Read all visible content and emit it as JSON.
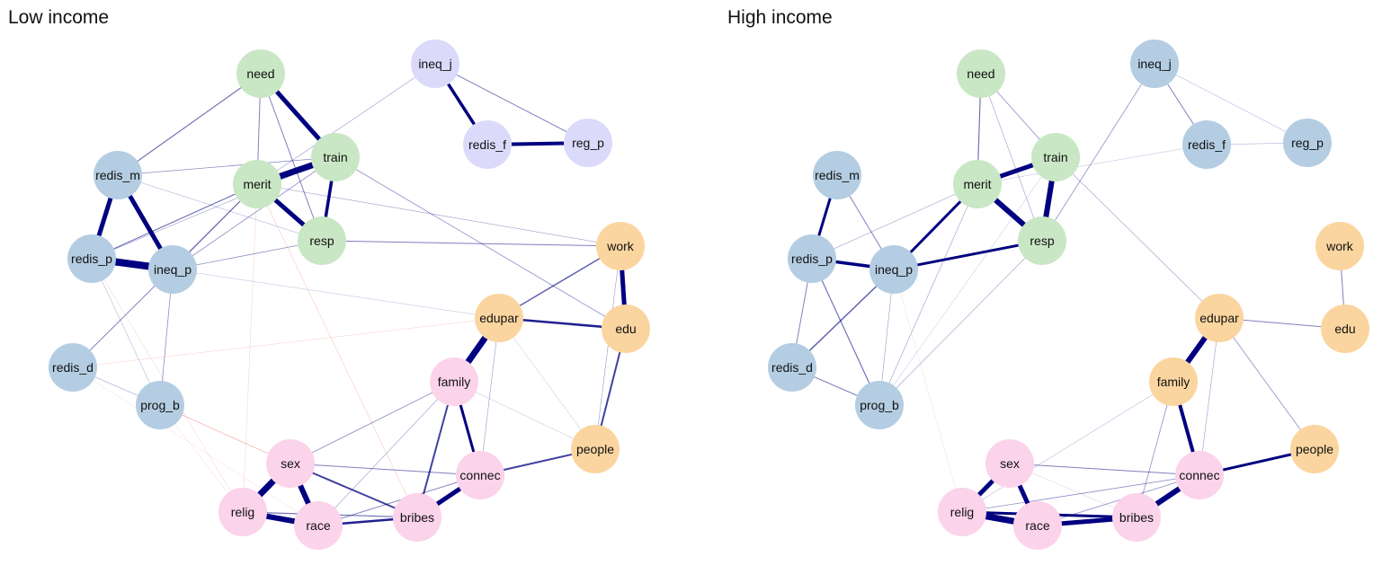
{
  "colors": {
    "group_social": "#c9e7c4",
    "group_welfare": "#b4cde2",
    "group_regulation": "#dcdafa",
    "group_education": "#fbd59f",
    "group_identity": "#fbd3ea",
    "positive_edge": "#000080",
    "negative_edge": "#e8413a"
  },
  "panels": [
    {
      "title": "Low income",
      "nodes": [
        {
          "id": "need",
          "label": "need",
          "group": "social"
        },
        {
          "id": "ineq_j",
          "label": "ineq_j",
          "group": "regulation"
        },
        {
          "id": "train",
          "label": "train",
          "group": "social"
        },
        {
          "id": "redis_f",
          "label": "redis_f",
          "group": "regulation"
        },
        {
          "id": "reg_p",
          "label": "reg_p",
          "group": "regulation"
        },
        {
          "id": "redis_m",
          "label": "redis_m",
          "group": "welfare"
        },
        {
          "id": "merit",
          "label": "merit",
          "group": "social"
        },
        {
          "id": "resp",
          "label": "resp",
          "group": "social"
        },
        {
          "id": "work",
          "label": "work",
          "group": "education"
        },
        {
          "id": "redis_p",
          "label": "redis_p",
          "group": "welfare"
        },
        {
          "id": "ineq_p",
          "label": "ineq_p",
          "group": "welfare"
        },
        {
          "id": "edupar",
          "label": "edupar",
          "group": "education"
        },
        {
          "id": "edu",
          "label": "edu",
          "group": "education"
        },
        {
          "id": "redis_d",
          "label": "redis_d",
          "group": "welfare"
        },
        {
          "id": "family",
          "label": "family",
          "group": "identity"
        },
        {
          "id": "prog_b",
          "label": "prog_b",
          "group": "welfare"
        },
        {
          "id": "people",
          "label": "people",
          "group": "education"
        },
        {
          "id": "sex",
          "label": "sex",
          "group": "identity"
        },
        {
          "id": "connec",
          "label": "connec",
          "group": "identity"
        },
        {
          "id": "relig",
          "label": "relig",
          "group": "identity"
        },
        {
          "id": "race",
          "label": "race",
          "group": "identity"
        },
        {
          "id": "bribes",
          "label": "bribes",
          "group": "identity"
        }
      ],
      "edges": [
        {
          "a": "need",
          "b": "train",
          "w": 5,
          "sign": "+"
        },
        {
          "a": "need",
          "b": "merit",
          "w": 1,
          "sign": "+"
        },
        {
          "a": "need",
          "b": "redis_m",
          "w": 1.2,
          "sign": "+"
        },
        {
          "a": "need",
          "b": "resp",
          "w": 1,
          "sign": "+"
        },
        {
          "a": "ineq_j",
          "b": "redis_f",
          "w": 3.5,
          "sign": "+"
        },
        {
          "a": "ineq_j",
          "b": "reg_p",
          "w": 1,
          "sign": "+"
        },
        {
          "a": "ineq_j",
          "b": "merit",
          "w": 0.6,
          "sign": "+"
        },
        {
          "a": "redis_f",
          "b": "reg_p",
          "w": 4,
          "sign": "+"
        },
        {
          "a": "merit",
          "b": "train",
          "w": 7,
          "sign": "+"
        },
        {
          "a": "merit",
          "b": "resp",
          "w": 5,
          "sign": "+"
        },
        {
          "a": "train",
          "b": "resp",
          "w": 3.5,
          "sign": "+"
        },
        {
          "a": "redis_m",
          "b": "train",
          "w": 0.8,
          "sign": "+"
        },
        {
          "a": "redis_m",
          "b": "redis_p",
          "w": 5,
          "sign": "+"
        },
        {
          "a": "redis_m",
          "b": "ineq_p",
          "w": 5,
          "sign": "+"
        },
        {
          "a": "redis_m",
          "b": "resp",
          "w": 0.5,
          "sign": "+"
        },
        {
          "a": "redis_p",
          "b": "ineq_p",
          "w": 8,
          "sign": "+"
        },
        {
          "a": "redis_p",
          "b": "merit",
          "w": 1.2,
          "sign": "+"
        },
        {
          "a": "redis_p",
          "b": "train",
          "w": 0.6,
          "sign": "+"
        },
        {
          "a": "ineq_p",
          "b": "merit",
          "w": 0.8,
          "sign": "+"
        },
        {
          "a": "ineq_p",
          "b": "train",
          "w": 0.8,
          "sign": "+"
        },
        {
          "a": "ineq_p",
          "b": "resp",
          "w": 0.8,
          "sign": "+"
        },
        {
          "a": "resp",
          "b": "work",
          "w": 1,
          "sign": "+"
        },
        {
          "a": "merit",
          "b": "work",
          "w": 0.6,
          "sign": "+"
        },
        {
          "a": "train",
          "b": "edu",
          "w": 0.8,
          "sign": "+"
        },
        {
          "a": "ineq_p",
          "b": "edupar",
          "w": 0.4,
          "sign": "+"
        },
        {
          "a": "ineq_p",
          "b": "prog_b",
          "w": 0.8,
          "sign": "+"
        },
        {
          "a": "redis_d",
          "b": "merit",
          "w": 1,
          "sign": "+"
        },
        {
          "a": "redis_d",
          "b": "prog_b",
          "w": 0.6,
          "sign": "+"
        },
        {
          "a": "redis_p",
          "b": "prog_b",
          "w": 0.5,
          "sign": "+"
        },
        {
          "a": "redis_d",
          "b": "edupar",
          "w": 0.4,
          "sign": "-"
        },
        {
          "a": "redis_p",
          "b": "relig",
          "w": 0.4,
          "sign": "-"
        },
        {
          "a": "merit",
          "b": "relig",
          "w": 0.4,
          "sign": "-"
        },
        {
          "a": "merit",
          "b": "bribes",
          "w": 0.5,
          "sign": "-"
        },
        {
          "a": "prog_b",
          "b": "sex",
          "w": 0.7,
          "sign": "-"
        },
        {
          "a": "redis_d",
          "b": "race",
          "w": 0.3,
          "sign": "-"
        },
        {
          "a": "work",
          "b": "edu",
          "w": 5,
          "sign": "+"
        },
        {
          "a": "work",
          "b": "edupar",
          "w": 1.5,
          "sign": "+"
        },
        {
          "a": "work",
          "b": "people",
          "w": 0.6,
          "sign": "+"
        },
        {
          "a": "edupar",
          "b": "edu",
          "w": 2.5,
          "sign": "+"
        },
        {
          "a": "edupar",
          "b": "family",
          "w": 7,
          "sign": "+"
        },
        {
          "a": "edupar",
          "b": "connec",
          "w": 0.6,
          "sign": "+"
        },
        {
          "a": "edupar",
          "b": "people",
          "w": 0.4,
          "sign": "+"
        },
        {
          "a": "edu",
          "b": "people",
          "w": 2,
          "sign": "+"
        },
        {
          "a": "family",
          "b": "connec",
          "w": 3,
          "sign": "+"
        },
        {
          "a": "family",
          "b": "bribes",
          "w": 2,
          "sign": "+"
        },
        {
          "a": "family",
          "b": "sex",
          "w": 0.8,
          "sign": "+"
        },
        {
          "a": "family",
          "b": "people",
          "w": 0.4,
          "sign": "+"
        },
        {
          "a": "family",
          "b": "race",
          "w": 0.6,
          "sign": "+"
        },
        {
          "a": "people",
          "b": "connec",
          "w": 2,
          "sign": "+"
        },
        {
          "a": "sex",
          "b": "connec",
          "w": 1,
          "sign": "+"
        },
        {
          "a": "sex",
          "b": "relig",
          "w": 7,
          "sign": "+"
        },
        {
          "a": "sex",
          "b": "race",
          "w": 6,
          "sign": "+"
        },
        {
          "a": "sex",
          "b": "bribes",
          "w": 2,
          "sign": "+"
        },
        {
          "a": "relig",
          "b": "race",
          "w": 6,
          "sign": "+"
        },
        {
          "a": "relig",
          "b": "bribes",
          "w": 1.2,
          "sign": "+"
        },
        {
          "a": "race",
          "b": "bribes",
          "w": 2.5,
          "sign": "+"
        },
        {
          "a": "race",
          "b": "connec",
          "w": 1,
          "sign": "+"
        },
        {
          "a": "bribes",
          "b": "connec",
          "w": 5,
          "sign": "+"
        },
        {
          "a": "prog_b",
          "b": "relig",
          "w": 0.3,
          "sign": "-"
        }
      ]
    },
    {
      "title": "High income",
      "nodes": [
        {
          "id": "need",
          "label": "need",
          "group": "social"
        },
        {
          "id": "ineq_j",
          "label": "ineq_j",
          "group": "welfare"
        },
        {
          "id": "train",
          "label": "train",
          "group": "social"
        },
        {
          "id": "redis_f",
          "label": "redis_f",
          "group": "welfare"
        },
        {
          "id": "reg_p",
          "label": "reg_p",
          "group": "welfare"
        },
        {
          "id": "redis_m",
          "label": "redis_m",
          "group": "welfare"
        },
        {
          "id": "merit",
          "label": "merit",
          "group": "social"
        },
        {
          "id": "resp",
          "label": "resp",
          "group": "social"
        },
        {
          "id": "work",
          "label": "work",
          "group": "education"
        },
        {
          "id": "redis_p",
          "label": "redis_p",
          "group": "welfare"
        },
        {
          "id": "ineq_p",
          "label": "ineq_p",
          "group": "welfare"
        },
        {
          "id": "edupar",
          "label": "edupar",
          "group": "education"
        },
        {
          "id": "edu",
          "label": "edu",
          "group": "education"
        },
        {
          "id": "redis_d",
          "label": "redis_d",
          "group": "welfare"
        },
        {
          "id": "family",
          "label": "family",
          "group": "education"
        },
        {
          "id": "prog_b",
          "label": "prog_b",
          "group": "welfare"
        },
        {
          "id": "people",
          "label": "people",
          "group": "education"
        },
        {
          "id": "sex",
          "label": "sex",
          "group": "identity"
        },
        {
          "id": "connec",
          "label": "connec",
          "group": "identity"
        },
        {
          "id": "relig",
          "label": "relig",
          "group": "identity"
        },
        {
          "id": "race",
          "label": "race",
          "group": "identity"
        },
        {
          "id": "bribes",
          "label": "bribes",
          "group": "identity"
        }
      ],
      "edges": [
        {
          "a": "need",
          "b": "merit",
          "w": 1.2,
          "sign": "+"
        },
        {
          "a": "need",
          "b": "train",
          "w": 0.8,
          "sign": "+"
        },
        {
          "a": "need",
          "b": "resp",
          "w": 0.6,
          "sign": "+"
        },
        {
          "a": "merit",
          "b": "train",
          "w": 5,
          "sign": "+"
        },
        {
          "a": "merit",
          "b": "resp",
          "w": 6,
          "sign": "+"
        },
        {
          "a": "train",
          "b": "resp",
          "w": 6,
          "sign": "+"
        },
        {
          "a": "ineq_j",
          "b": "redis_f",
          "w": 1,
          "sign": "+"
        },
        {
          "a": "ineq_j",
          "b": "reg_p",
          "w": 0.5,
          "sign": "+"
        },
        {
          "a": "ineq_j",
          "b": "resp",
          "w": 0.8,
          "sign": "+"
        },
        {
          "a": "redis_f",
          "b": "reg_p",
          "w": 0.5,
          "sign": "+"
        },
        {
          "a": "redis_f",
          "b": "merit",
          "w": 0.4,
          "sign": "+"
        },
        {
          "a": "train",
          "b": "edupar",
          "w": 0.6,
          "sign": "+"
        },
        {
          "a": "redis_m",
          "b": "redis_p",
          "w": 3,
          "sign": "+"
        },
        {
          "a": "redis_m",
          "b": "ineq_p",
          "w": 1,
          "sign": "+"
        },
        {
          "a": "redis_p",
          "b": "ineq_p",
          "w": 3.5,
          "sign": "+"
        },
        {
          "a": "redis_p",
          "b": "redis_d",
          "w": 1,
          "sign": "+"
        },
        {
          "a": "redis_p",
          "b": "prog_b",
          "w": 1.2,
          "sign": "+"
        },
        {
          "a": "redis_p",
          "b": "merit",
          "w": 0.6,
          "sign": "+"
        },
        {
          "a": "ineq_p",
          "b": "merit",
          "w": 3,
          "sign": "+"
        },
        {
          "a": "ineq_p",
          "b": "resp",
          "w": 3,
          "sign": "+"
        },
        {
          "a": "ineq_p",
          "b": "redis_d",
          "w": 1.5,
          "sign": "+"
        },
        {
          "a": "ineq_p",
          "b": "prog_b",
          "w": 0.6,
          "sign": "+"
        },
        {
          "a": "redis_d",
          "b": "prog_b",
          "w": 1,
          "sign": "+"
        },
        {
          "a": "merit",
          "b": "prog_b",
          "w": 0.6,
          "sign": "+"
        },
        {
          "a": "resp",
          "b": "prog_b",
          "w": 0.6,
          "sign": "+"
        },
        {
          "a": "train",
          "b": "prog_b",
          "w": 0.4,
          "sign": "+"
        },
        {
          "a": "ineq_p",
          "b": "relig",
          "w": 0.3,
          "sign": "-"
        },
        {
          "a": "work",
          "b": "edu",
          "w": 1,
          "sign": "+"
        },
        {
          "a": "edupar",
          "b": "edu",
          "w": 1,
          "sign": "+"
        },
        {
          "a": "edupar",
          "b": "family",
          "w": 6,
          "sign": "+"
        },
        {
          "a": "edupar",
          "b": "people",
          "w": 0.8,
          "sign": "+"
        },
        {
          "a": "edupar",
          "b": "connec",
          "w": 0.6,
          "sign": "+"
        },
        {
          "a": "family",
          "b": "connec",
          "w": 4,
          "sign": "+"
        },
        {
          "a": "family",
          "b": "bribes",
          "w": 0.8,
          "sign": "+"
        },
        {
          "a": "family",
          "b": "relig",
          "w": 0.5,
          "sign": "+"
        },
        {
          "a": "people",
          "b": "connec",
          "w": 3,
          "sign": "+"
        },
        {
          "a": "sex",
          "b": "relig",
          "w": 5,
          "sign": "+"
        },
        {
          "a": "sex",
          "b": "race",
          "w": 5,
          "sign": "+"
        },
        {
          "a": "sex",
          "b": "connec",
          "w": 1,
          "sign": "+"
        },
        {
          "a": "sex",
          "b": "bribes",
          "w": 0.3,
          "sign": "+"
        },
        {
          "a": "relig",
          "b": "race",
          "w": 7,
          "sign": "+"
        },
        {
          "a": "relig",
          "b": "bribes",
          "w": 3,
          "sign": "+"
        },
        {
          "a": "relig",
          "b": "connec",
          "w": 0.8,
          "sign": "+"
        },
        {
          "a": "race",
          "b": "bribes",
          "w": 5,
          "sign": "+"
        },
        {
          "a": "race",
          "b": "connec",
          "w": 0.8,
          "sign": "+"
        },
        {
          "a": "bribes",
          "b": "connec",
          "w": 6,
          "sign": "+"
        }
      ]
    }
  ]
}
